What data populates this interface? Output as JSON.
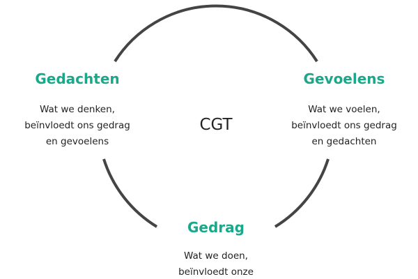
{
  "center": "CGT",
  "nodes": [
    {
      "title": "Gedachten",
      "lines": [
        "Wat we denken,",
        "beïnvloedt ons gedrag",
        "en gevoelens"
      ]
    },
    {
      "title": "Gevoelens",
      "lines": [
        "Wat we voelen,",
        "beïnvloedt ons gedrag",
        "en gedachten"
      ]
    },
    {
      "title": "Gedrag",
      "lines": [
        "Wat we doen,",
        "beïnvloedt onze"
      ]
    }
  ],
  "colors": {
    "accent": "#1ba88a",
    "arc": "#444444"
  }
}
